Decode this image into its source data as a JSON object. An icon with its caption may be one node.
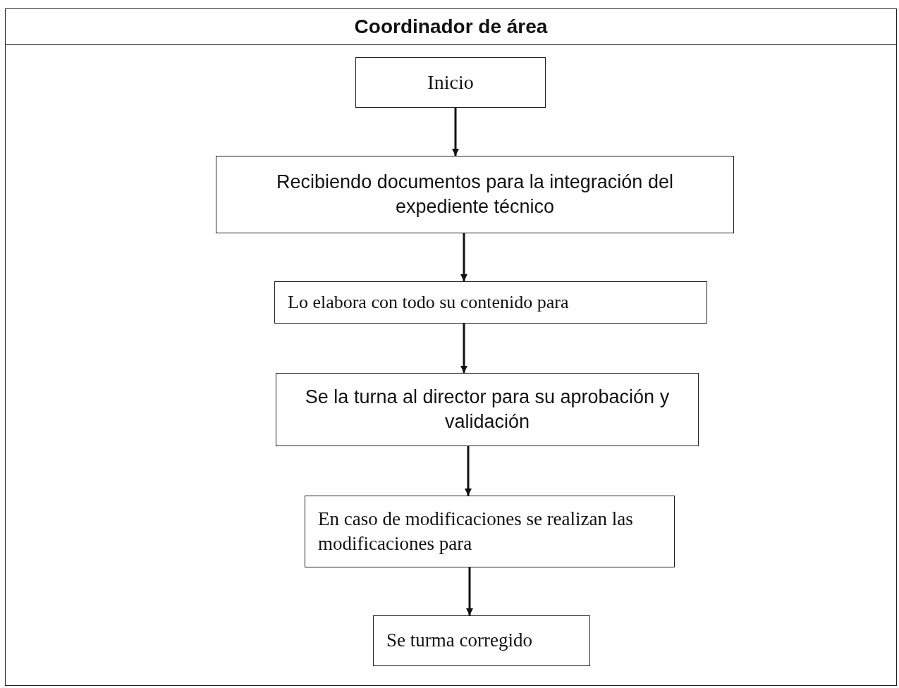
{
  "diagram": {
    "nodes": [
      {
        "text": [
          "Coordinador de área"
        ]
      },
      {
        "text": [
          "Inicio"
        ],
        "in": 0
      },
      {
        "text": [
          "Recibiendo  documentos para la integración del expediente técnico"
        ],
        "in": 0
      },
      {
        "text": [
          "Lo elabora con todo su contenido  para"
        ],
        "in": 0
      },
      {
        "text": [
          "Se la turna al director para su aprobación y validación"
        ],
        "in": 0
      },
      {
        "text": [
          "En caso de modificaciones se realizan las modificaciones para"
        ],
        "in": 0
      },
      {
        "text": [
          "Se turma corregido"
        ],
        "in": 0
      }
    ],
    "edges": [
      {
        "from": 1,
        "to": 2,
        "arrow": "to"
      },
      {
        "from": 2,
        "to": 3,
        "arrow": "to"
      },
      {
        "from": 3,
        "to": 4,
        "arrow": "to"
      },
      {
        "from": 4,
        "to": 5,
        "arrow": "to"
      },
      {
        "from": 5,
        "to": 6,
        "arrow": "to"
      }
    ]
  }
}
